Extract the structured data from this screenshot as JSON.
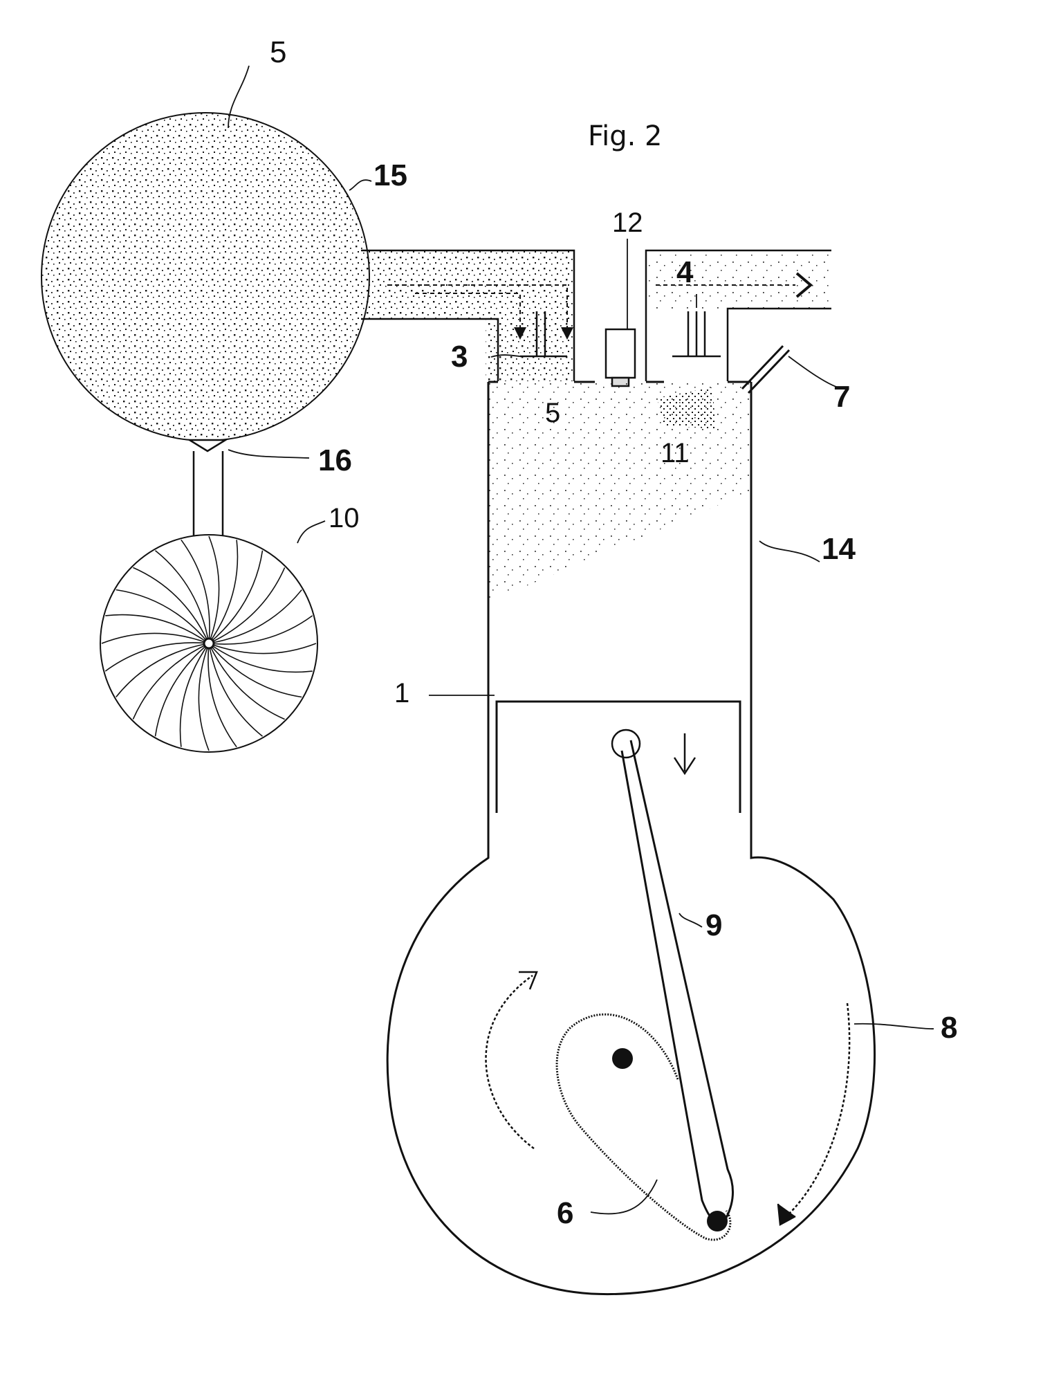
{
  "figure": {
    "title": "Fig. 2",
    "ink_color": "#111111",
    "paper_color": "#ffffff",
    "labels": {
      "reservoir_contents": "5",
      "reservoir": "15",
      "check_valve": "16",
      "compressor": "10",
      "injector": "12",
      "intake_valve": "3",
      "exhaust_valve": "4",
      "exhaust_flap": "7",
      "chamber_charge": "5",
      "spray": "11",
      "combustion_chamber": "14",
      "piston": "1",
      "connecting_rod": "9",
      "crankcase": "8",
      "crank": "6"
    }
  }
}
